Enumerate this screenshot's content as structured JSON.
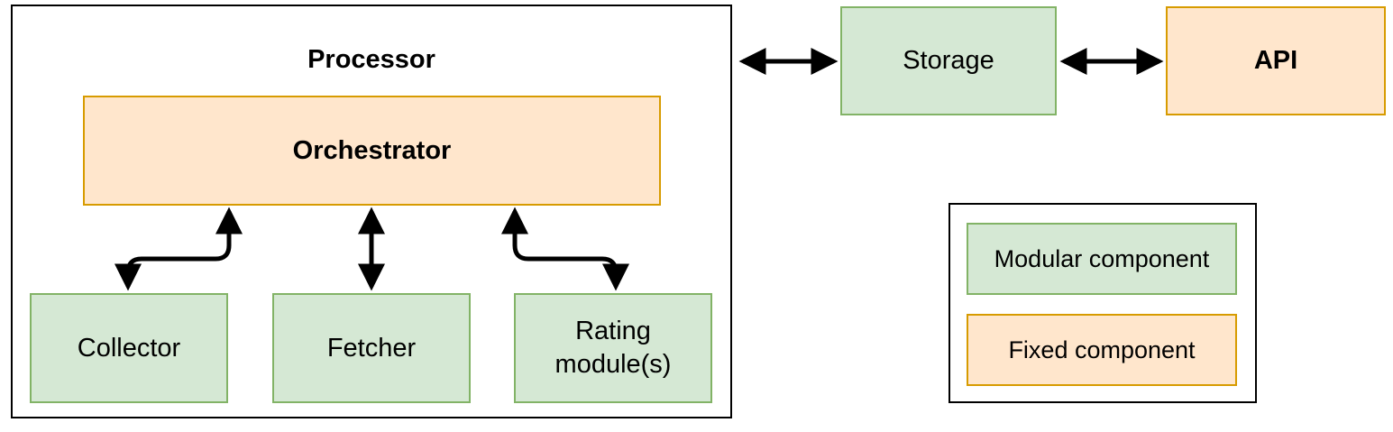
{
  "colors": {
    "modular-fill": "#d5e8d4",
    "modular-stroke": "#82b366",
    "fixed-fill": "#ffe6cc",
    "fixed-stroke": "#d79b00",
    "frame-stroke": "#000000",
    "arrow-color": "#000000",
    "canvas-bg": "#ffffff",
    "text-color": "#000000"
  },
  "diagram": {
    "processor": {
      "title": "Processor",
      "orchestrator": {
        "label": "Orchestrator"
      },
      "modules": [
        {
          "label": "Collector"
        },
        {
          "label": "Fetcher"
        },
        {
          "label": "Rating module(s)"
        }
      ]
    },
    "storage": {
      "label": "Storage"
    },
    "api": {
      "label": "API"
    },
    "legend": {
      "items": [
        {
          "label": "Modular component",
          "type": "modular"
        },
        {
          "label": "Fixed component",
          "type": "fixed"
        }
      ]
    }
  }
}
